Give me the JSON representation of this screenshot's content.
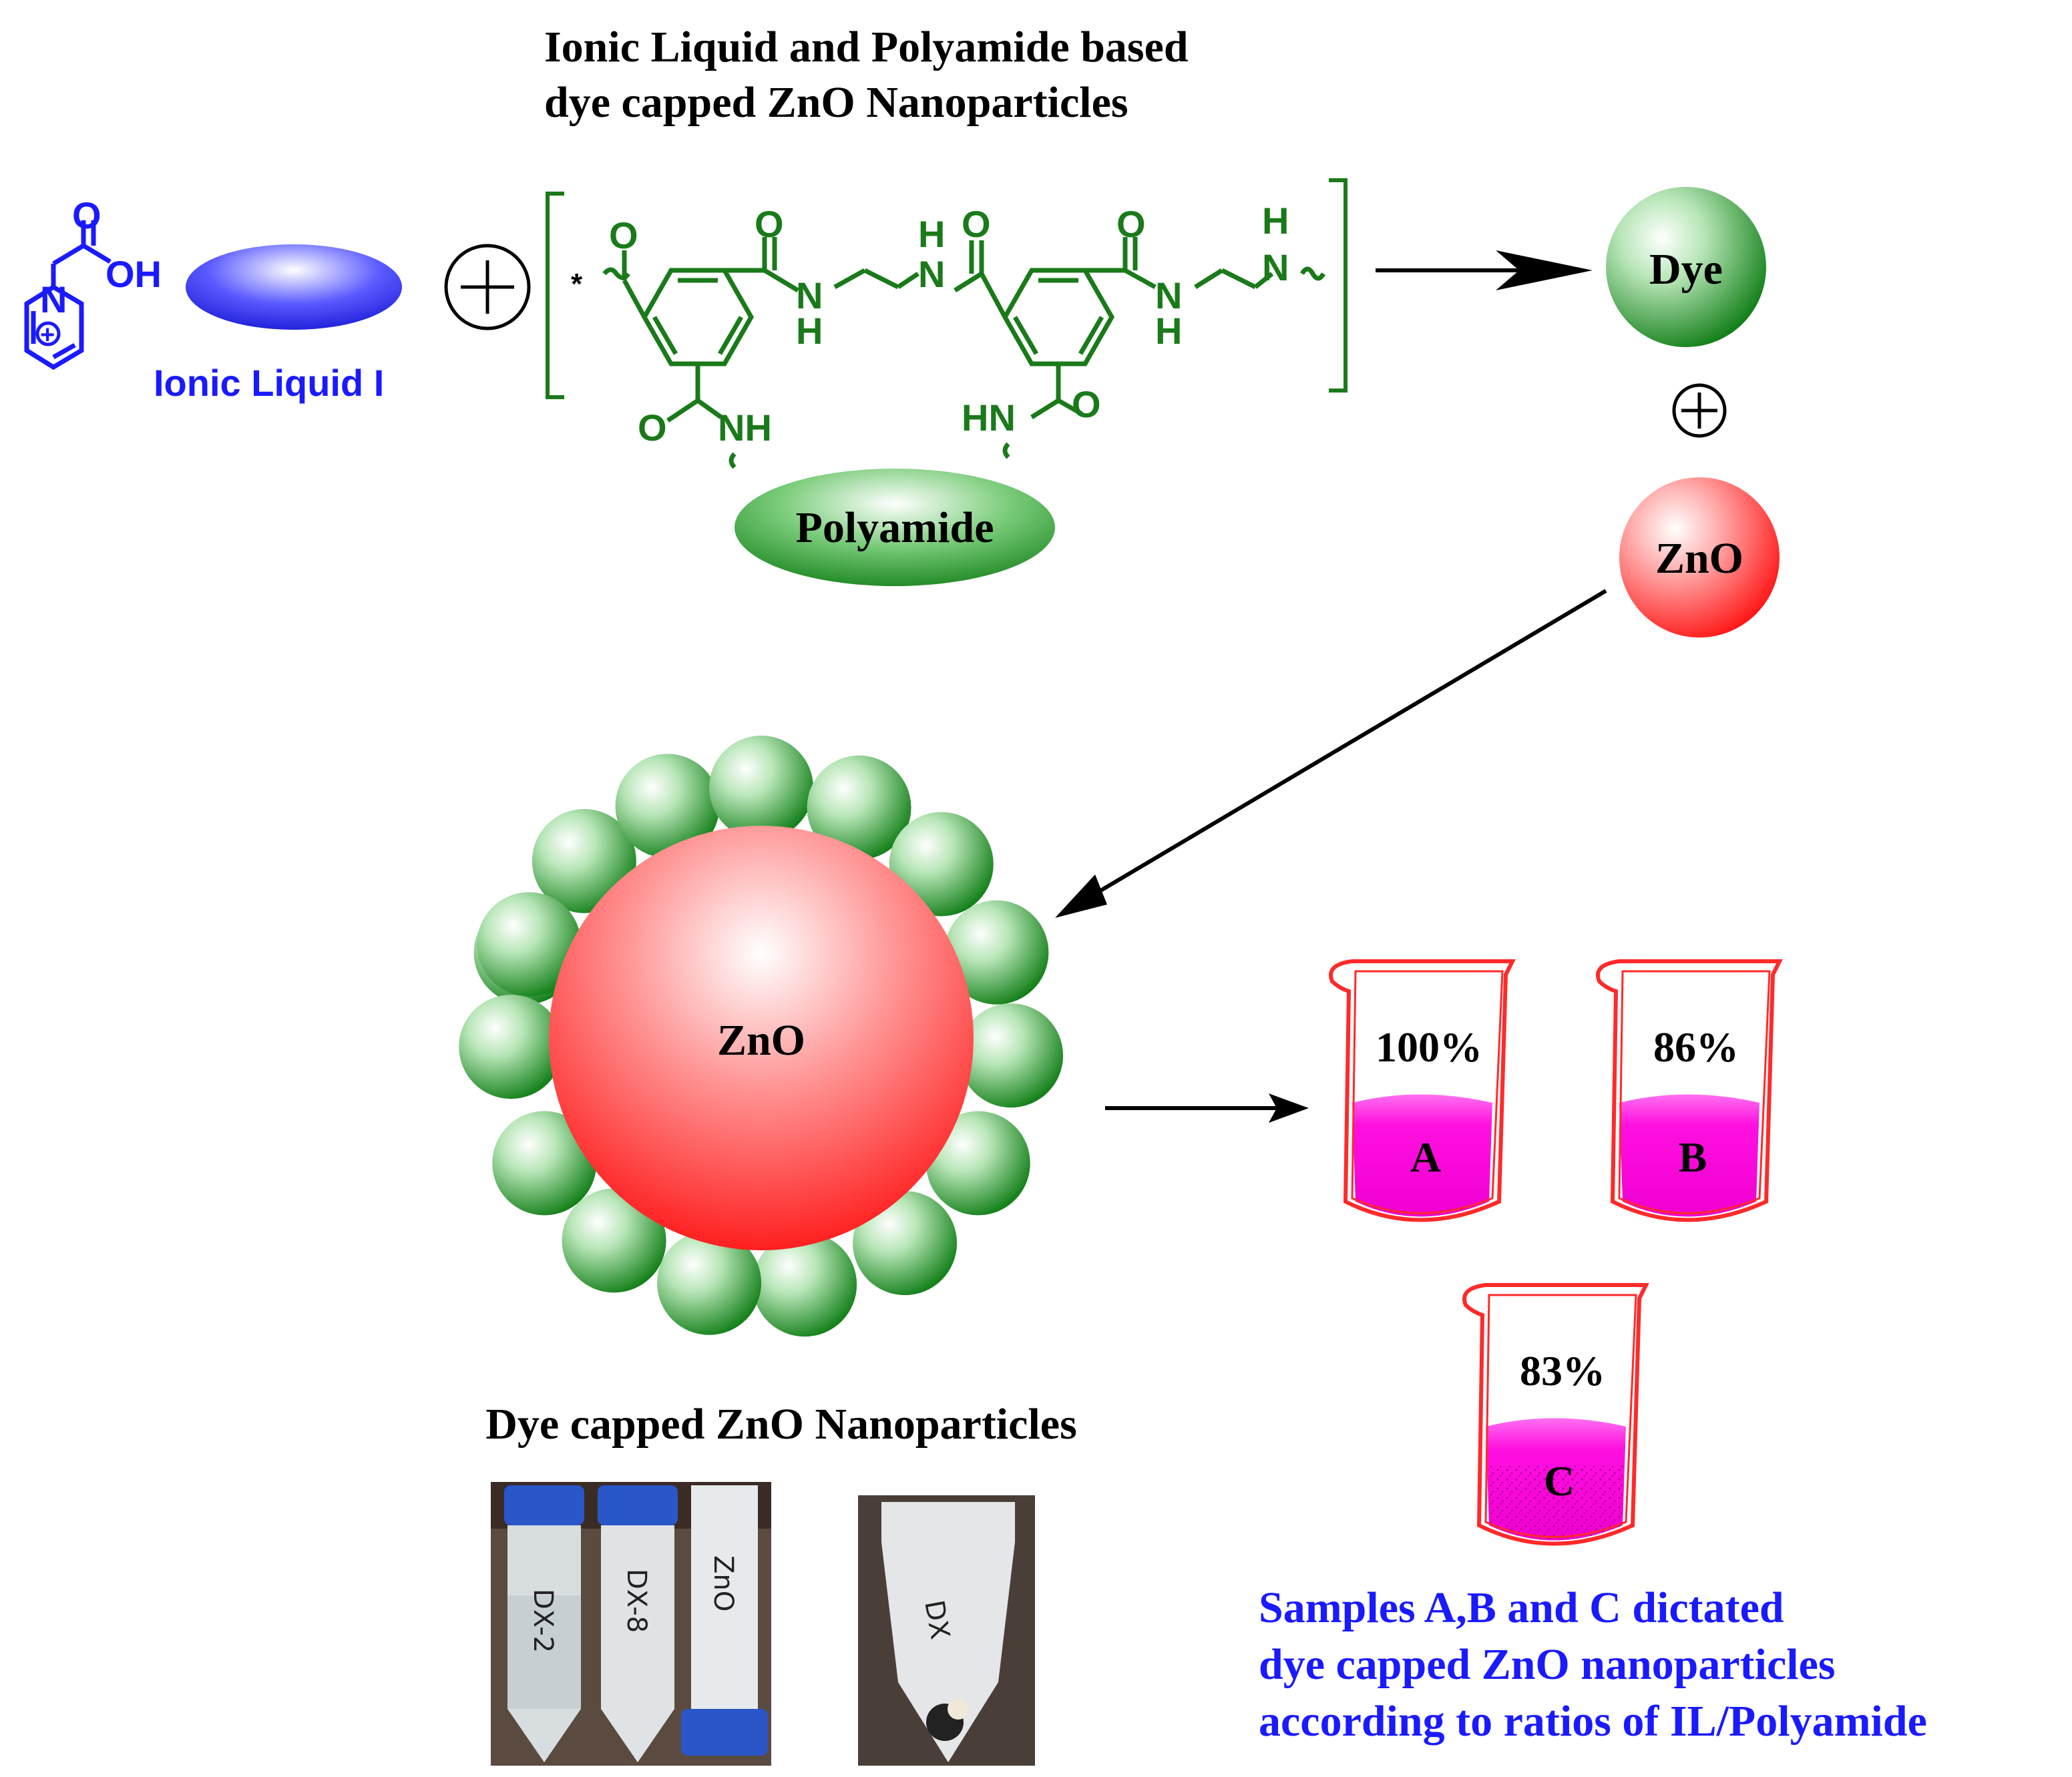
{
  "title": {
    "line1": "Ionic Liquid and Polyamide based",
    "line2": "dye capped ZnO Nanoparticles"
  },
  "ionic_liquid": {
    "label": "Ionic Liquid I",
    "atom_o": "O",
    "atom_oh": "OH",
    "atom_n": "N",
    "charge": "+",
    "color": "#1a1aff"
  },
  "polyamide": {
    "label": "Polyamide",
    "color": "#1a7a1a",
    "atom_o": "O",
    "atom_n": "N",
    "atom_h": "H",
    "atom_nh": "NH",
    "atom_hn": "HN",
    "star": "*"
  },
  "reagents": {
    "dye": "Dye",
    "zno": "ZnO",
    "plus": "+"
  },
  "nanoparticle": {
    "core_label": "ZnO",
    "caption": "Dye capped ZnO Nanoparticles"
  },
  "beakers": [
    {
      "percent": "100%",
      "letter": "A",
      "fill_fraction": 0.42
    },
    {
      "percent": "86%",
      "letter": "B",
      "fill_fraction": 0.42
    },
    {
      "percent": "83%",
      "letter": "C",
      "fill_fraction": 0.42
    }
  ],
  "samples_note": {
    "line1": "Samples A,B and C dictated",
    "line2": "dye capped ZnO nanoparticles",
    "line3": "according to ratios of IL/Polyamide"
  },
  "photos": {
    "tube1": "DX-2",
    "tube2": "DX-8",
    "tube3": "ZnO",
    "vial": "DX"
  },
  "colors": {
    "dye_green": "#1a8a1a",
    "zno_red": "#ff2020",
    "beaker_red": "#ff2a2a",
    "magenta": "#ff10e0",
    "note_blue": "#1a1aff"
  }
}
